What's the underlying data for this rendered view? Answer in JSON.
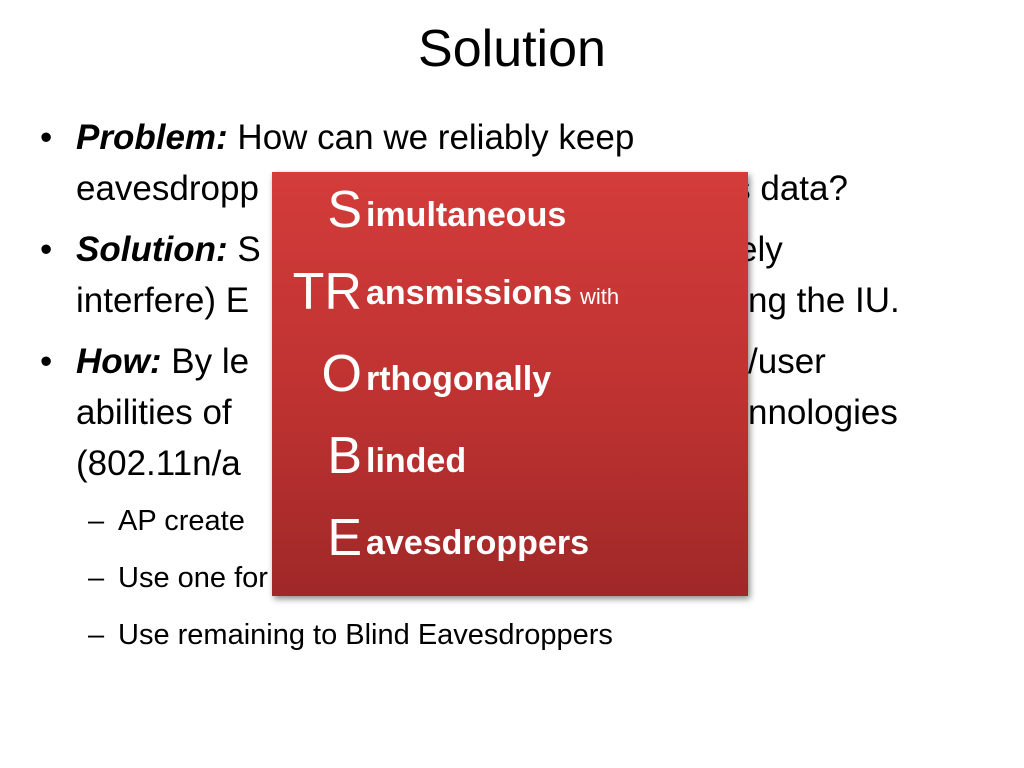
{
  "slide": {
    "title": "Solution",
    "bullets": [
      {
        "keyword": "Problem:",
        "line1": " How can we reliably keep",
        "line2": "eavesdropp",
        "line2_tail": "’s data?"
      },
      {
        "keyword": "Solution:",
        "line1": " S",
        "line1_tail": "ely",
        "line2": "interfere) E",
        "line2_tail": "ng the IU."
      },
      {
        "keyword": "How:",
        "line1": " By le",
        "line1_tail": "/user",
        "line2": "abilities of",
        "line2_tail": "nnologies",
        "line3": "(802.11n/a"
      }
    ],
    "subbullets": [
      {
        "dash": "–",
        "text": "AP create"
      },
      {
        "dash": "–",
        "text": "Use one for IU"
      },
      {
        "dash": "–",
        "text": "Use remaining to Blind Eavesdroppers"
      }
    ],
    "bullet_char": "•"
  },
  "acronym": {
    "rows": [
      {
        "letter": "S",
        "rest": "imultaneous"
      },
      {
        "letter": "TR",
        "rest": "ansmissions",
        "extra": "with"
      },
      {
        "letter": "O",
        "rest": "rthogonally"
      },
      {
        "letter": "B",
        "rest": "linded"
      },
      {
        "letter": "E",
        "rest": "avesdroppers"
      }
    ]
  },
  "colors": {
    "box_top": "#d33c3a",
    "box_bottom": "#a02828",
    "text": "#000000",
    "box_text": "#ffffff"
  }
}
